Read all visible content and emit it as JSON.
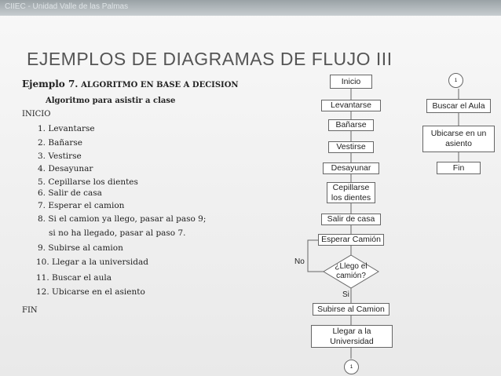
{
  "header": {
    "brand": "CIIEC - Unidad Valle de las Palmas"
  },
  "slide": {
    "title": "EJEMPLOS DE DIAGRAMAS DE FLUJO III"
  },
  "text": {
    "ejemplo": "Ejemplo 7.",
    "ejemplo_desc": "ALGORITMO EN BASE A DECISION",
    "subtitle": "Algoritmo para asistir a clase",
    "inicio": "INICIO",
    "steps": [
      "1.  Levantarse",
      "2.  Bañarse",
      "3.  Vestirse",
      "4.  Desayunar",
      "5.  Cepillarse los dientes",
      "6.  Salir de casa",
      "7.  Esperar el camion",
      "8. Si el camion ya llego, pasar al paso 9;",
      "si no ha llegado, pasar al paso 7.",
      "9. Subirse al camion",
      "10. Llegar a la universidad",
      "11. Buscar el aula",
      "12. Ubicarse en el asiento"
    ],
    "fin": "FIN"
  },
  "flow": {
    "inicio": "Inicio",
    "levantarse": "Levantarse",
    "banarse": "Bañarse",
    "vestirse": "Vestirse",
    "desayunar": "Desayunar",
    "cepillarse_1": "Cepillarse",
    "cepillarse_2": "los dientes",
    "salir": "Salir de casa",
    "esperar": "Esperar Camión",
    "decision_1": "¿Llego el",
    "decision_2": "camión?",
    "no": "No",
    "si": "Si",
    "subirse": "Subirse al Camion",
    "llegar": "Llegar a la Universidad",
    "connector_bottom": "1",
    "connector_top": "1",
    "buscar": "Buscar el Aula",
    "ubicarse_1": "Ubicarse en un",
    "ubicarse_2": "asiento",
    "fin": "Fin"
  }
}
